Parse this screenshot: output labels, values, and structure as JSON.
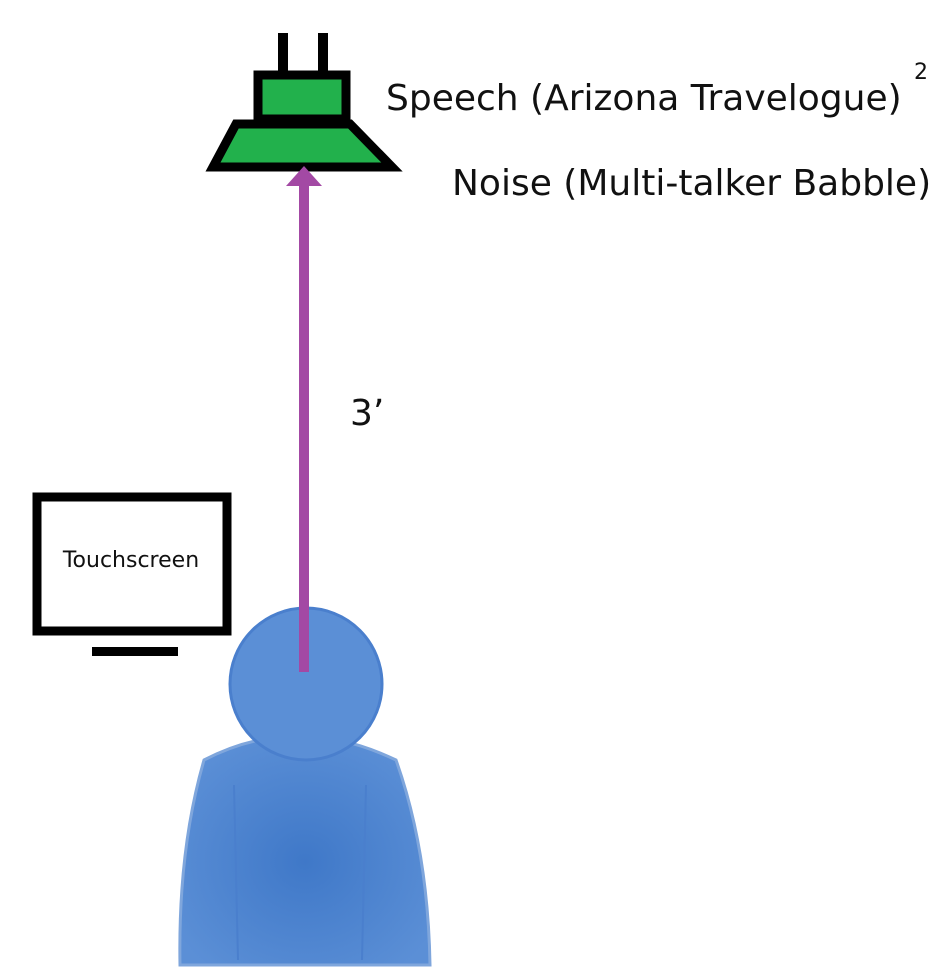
{
  "labels": {
    "speech": "Speech (Arizona Travelogue)",
    "speech_superscript": "2",
    "noise": "Noise (Multi-talker Babble)",
    "distance": "3’",
    "touchscreen": "Touchscreen"
  },
  "colors": {
    "speaker_fill": "#22b14c",
    "speaker_outline": "#000000",
    "arrow": "#a349a4",
    "listener_fill": "#5b8fd6",
    "listener_center": "#3f78c8",
    "monitor": "#000000"
  },
  "icons": {
    "speaker": "loudspeaker-icon",
    "listener": "person-icon",
    "monitor": "monitor-icon"
  }
}
